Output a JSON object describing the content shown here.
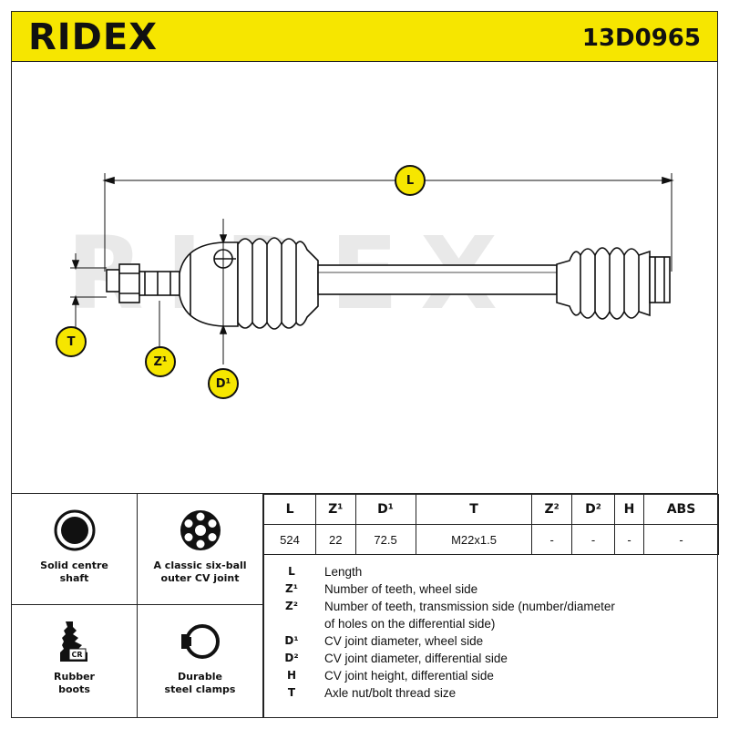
{
  "header": {
    "brand": "RIDEX",
    "part_number": "13D0965"
  },
  "drawing": {
    "watermark": "RIDEX",
    "callouts": {
      "L": "L",
      "T": "T",
      "Z1": "Z¹",
      "D1": "D¹"
    }
  },
  "features": [
    {
      "icon": "solid-shaft-icon",
      "label_line1": "Solid centre",
      "label_line2": "shaft"
    },
    {
      "icon": "six-ball-joint-icon",
      "label_line1": "A classic six-ball",
      "label_line2": "outer CV joint"
    },
    {
      "icon": "rubber-boot-icon",
      "label_line1": "Rubber",
      "label_line2": "boots",
      "icon_text": "CR"
    },
    {
      "icon": "steel-clamp-icon",
      "label_line1": "Durable",
      "label_line2": "steel clamps"
    }
  ],
  "spec_table": {
    "headers": [
      "L",
      "Z¹",
      "D¹",
      "T",
      "Z²",
      "D²",
      "H",
      "ABS"
    ],
    "values": [
      "524",
      "22",
      "72.5",
      "M22x1.5",
      "-",
      "-",
      "-",
      "-"
    ]
  },
  "legend": [
    {
      "key": "L",
      "desc": "Length"
    },
    {
      "key": "Z¹",
      "desc": "Number of teeth, wheel side"
    },
    {
      "key": "Z²",
      "desc": "Number of teeth, transmission side (number/diameter"
    },
    {
      "key": "",
      "desc": "of holes on the differential side)"
    },
    {
      "key": "D¹",
      "desc": "CV joint diameter, wheel side"
    },
    {
      "key": "D²",
      "desc": "CV joint diameter, differential side"
    },
    {
      "key": "H",
      "desc": "CV joint height, differential side"
    },
    {
      "key": "T",
      "desc": "Axle nut/bolt thread size"
    }
  ]
}
